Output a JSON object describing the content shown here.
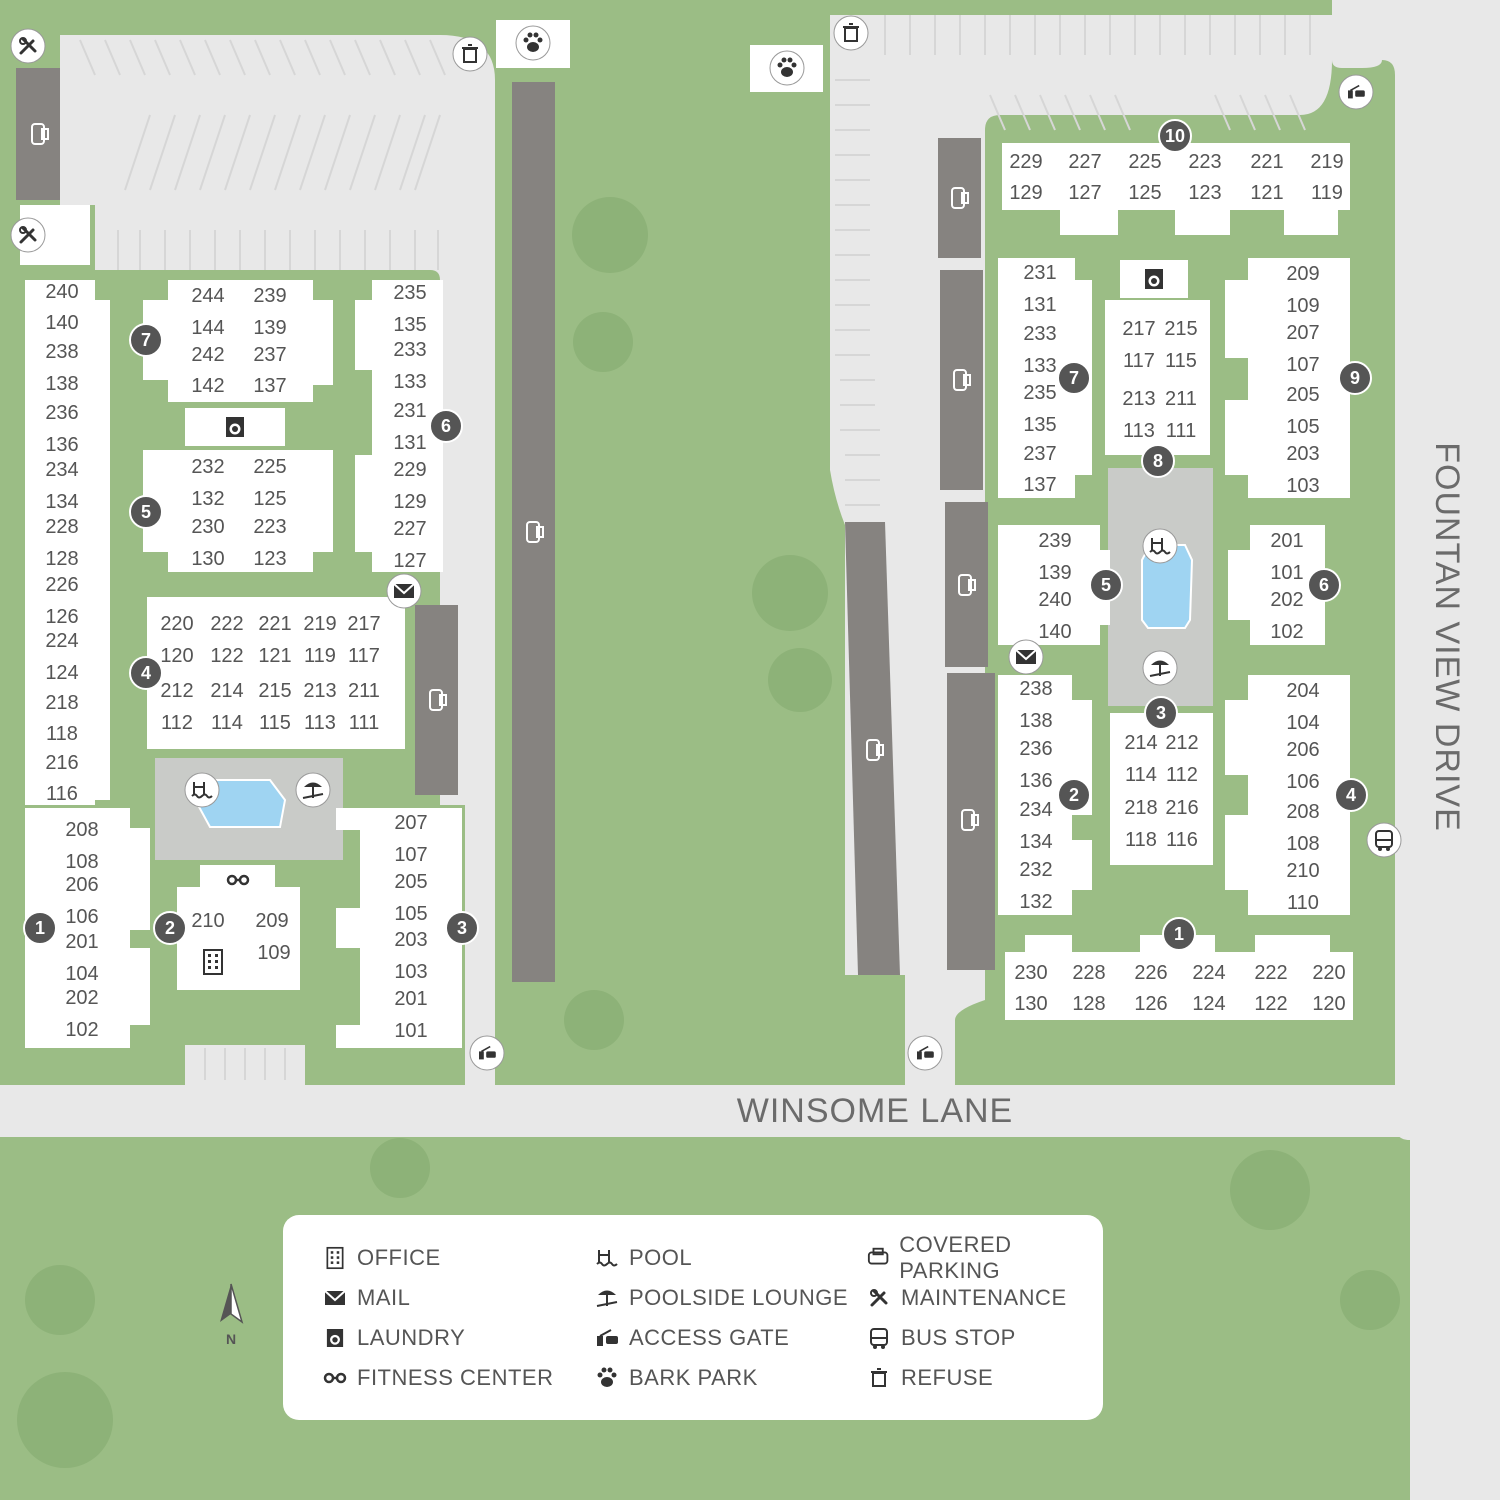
{
  "roads": {
    "horizontal": "WINSOME LANE",
    "vertical": "FOUNTAN VIEW DRIVE"
  },
  "compass": {
    "label": "N"
  },
  "colors": {
    "grass": "#9bbd85",
    "pavement": "#e8e8e8",
    "building": "#ffffff",
    "covered_parking": "#868380",
    "pool": "#9fd4f2",
    "pool_deck": "#c9cbc8",
    "marker": "#555555",
    "tree": "#8db278"
  },
  "legend": [
    {
      "icon": "office-icon",
      "label": "OFFICE"
    },
    {
      "icon": "mail-icon",
      "label": "MAIL"
    },
    {
      "icon": "laundry-icon",
      "label": "LAUNDRY"
    },
    {
      "icon": "fitness-center-icon",
      "label": "FITNESS CENTER"
    },
    {
      "icon": "pool-icon",
      "label": "POOL"
    },
    {
      "icon": "poolside-lounge-icon",
      "label": "POOLSIDE LOUNGE"
    },
    {
      "icon": "access-gate-icon",
      "label": "ACCESS GATE"
    },
    {
      "icon": "bark-park-icon",
      "label": "BARK PARK"
    },
    {
      "icon": "covered-parking-icon",
      "label": "COVERED PARKING"
    },
    {
      "icon": "maintenance-icon",
      "label": "MAINTENANCE"
    },
    {
      "icon": "bus-stop-icon",
      "label": "BUS STOP"
    },
    {
      "icon": "refuse-icon",
      "label": "REFUSE"
    }
  ],
  "west": {
    "b1": {
      "number": "1",
      "units": [
        "208",
        "108",
        "206",
        "106",
        "201",
        "104",
        "202",
        "102"
      ]
    },
    "b2": {
      "number": "2",
      "units": [
        "210",
        "209",
        "109"
      ]
    },
    "b3": {
      "number": "3",
      "units": [
        "207",
        "107",
        "205",
        "105",
        "203",
        "103",
        "201",
        "101"
      ]
    },
    "b4": {
      "number": "4",
      "units": [
        "220",
        "222",
        "221",
        "219",
        "217",
        "120",
        "122",
        "121",
        "119",
        "117",
        "212",
        "214",
        "215",
        "213",
        "211",
        "112",
        "114",
        "115",
        "113",
        "111"
      ]
    },
    "b5": {
      "number": "5",
      "units": [
        "232",
        "225",
        "132",
        "125",
        "230",
        "223",
        "130",
        "123"
      ]
    },
    "b6": {
      "number": "6",
      "units": [
        "235",
        "135",
        "233",
        "133",
        "231",
        "131",
        "229",
        "129",
        "227",
        "127"
      ]
    },
    "b7": {
      "number": "7",
      "units": [
        "244",
        "239",
        "144",
        "139",
        "242",
        "237",
        "142",
        "137"
      ]
    },
    "left_column": [
      "240",
      "140",
      "238",
      "138",
      "236",
      "136",
      "234",
      "134",
      "228",
      "128",
      "226",
      "126",
      "224",
      "124",
      "218",
      "118",
      "216",
      "116"
    ]
  },
  "east": {
    "b1": {
      "number": "1",
      "units": [
        "230",
        "228",
        "226",
        "224",
        "222",
        "220",
        "130",
        "128",
        "126",
        "124",
        "122",
        "120"
      ]
    },
    "b2": {
      "number": "2",
      "units": [
        "238",
        "138",
        "236",
        "136",
        "234",
        "134",
        "232",
        "132"
      ]
    },
    "b3": {
      "number": "3",
      "units": [
        "214",
        "212",
        "114",
        "112",
        "218",
        "216",
        "118",
        "116"
      ]
    },
    "b4": {
      "number": "4",
      "units": [
        "204",
        "104",
        "206",
        "106",
        "208",
        "108",
        "210",
        "110"
      ]
    },
    "b5": {
      "number": "5",
      "units": [
        "239",
        "139",
        "240",
        "140"
      ]
    },
    "b6": {
      "number": "6",
      "units": [
        "201",
        "101",
        "202",
        "102"
      ]
    },
    "b7": {
      "number": "7",
      "units": [
        "231",
        "131",
        "233",
        "133",
        "235",
        "135",
        "237",
        "137"
      ]
    },
    "b8": {
      "number": "8",
      "units": [
        "217",
        "215",
        "117",
        "115",
        "213",
        "211",
        "113",
        "111"
      ]
    },
    "b9": {
      "number": "9",
      "units": [
        "209",
        "109",
        "207",
        "107",
        "205",
        "105",
        "203",
        "103"
      ]
    },
    "b10": {
      "number": "10",
      "units": [
        "229",
        "227",
        "225",
        "223",
        "221",
        "219",
        "129",
        "127",
        "125",
        "123",
        "121",
        "119"
      ]
    }
  }
}
